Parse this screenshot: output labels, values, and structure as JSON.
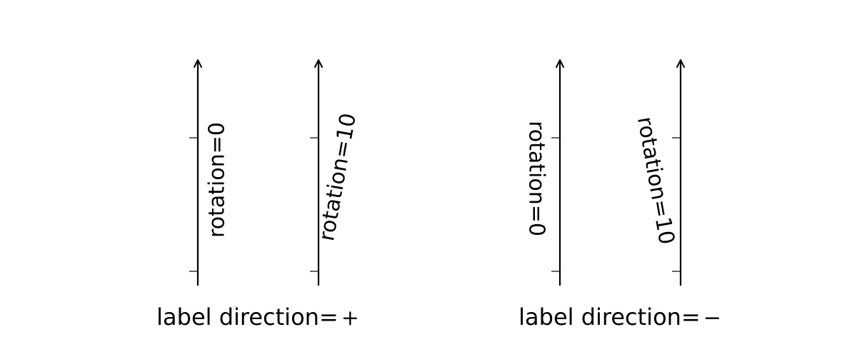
{
  "panels": [
    {
      "caption_prefix": "label direction=",
      "caption_sign": "+",
      "axes": [
        {
          "label": "rotation=0",
          "rotation_deg": 0
        },
        {
          "label": "rotation=10",
          "rotation_deg": 10
        }
      ]
    },
    {
      "caption_prefix": "label direction=",
      "caption_sign": "−",
      "axes": [
        {
          "label": "rotation=0",
          "rotation_deg": 0
        },
        {
          "label": "rotation=10",
          "rotation_deg": 10
        }
      ]
    }
  ]
}
